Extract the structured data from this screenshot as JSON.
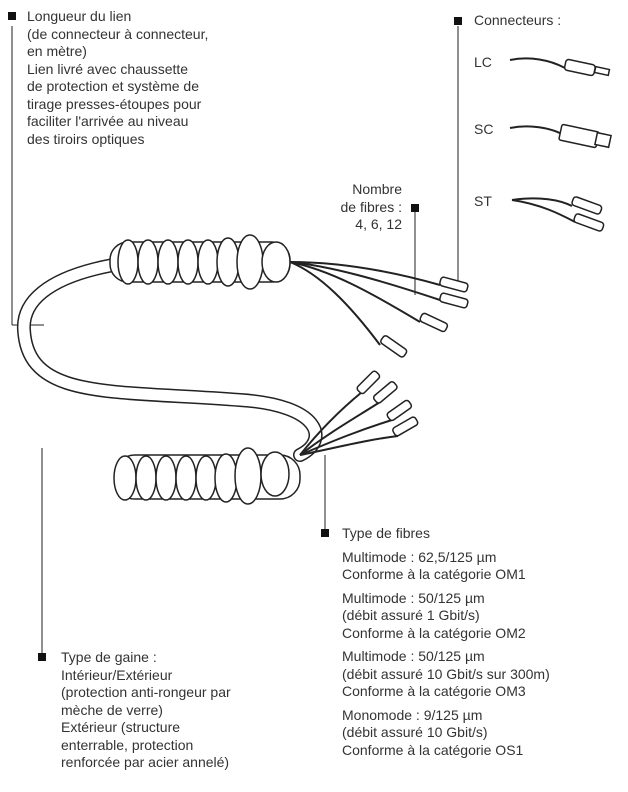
{
  "length": {
    "lines": [
      "Longueur du lien",
      "(de connecteur à connecteur,",
      "en mètre)",
      "Lien livré avec chaussette",
      "de protection et système de",
      "tirage presses-étoupes pour",
      "faciliter l'arrivée au niveau",
      "des tiroirs optiques"
    ]
  },
  "connectors": {
    "heading": "Connecteurs :",
    "items": [
      "LC",
      "SC",
      "ST"
    ]
  },
  "fiber_count": {
    "lines": [
      "Nombre",
      "de fibres :",
      "4, 6, 12"
    ]
  },
  "fiber_type": {
    "heading": "Type de fibres",
    "groups": [
      [
        "Multimode : 62,5/125 µm",
        "Conforme à la catégorie OM1"
      ],
      [
        "Multimode : 50/125 µm",
        "(débit assuré 1 Gbit/s)",
        "Conforme à la catégorie OM2"
      ],
      [
        "Multimode : 50/125 µm",
        "(débit assuré 10 Gbit/s sur 300m)",
        "Conforme à la catégorie OM3"
      ],
      [
        "Monomode : 9/125 µm",
        "(débit assuré 10 Gbit/s)",
        "Conforme à la catégorie OS1"
      ]
    ]
  },
  "sheath": {
    "lines": [
      "Type de gaine :",
      "Intérieur/Extérieur",
      "(protection anti-rongeur par",
      "mèche de verre)",
      "Extérieur (structure",
      "enterrable, protection",
      "renforcée par acier annelé)"
    ]
  }
}
